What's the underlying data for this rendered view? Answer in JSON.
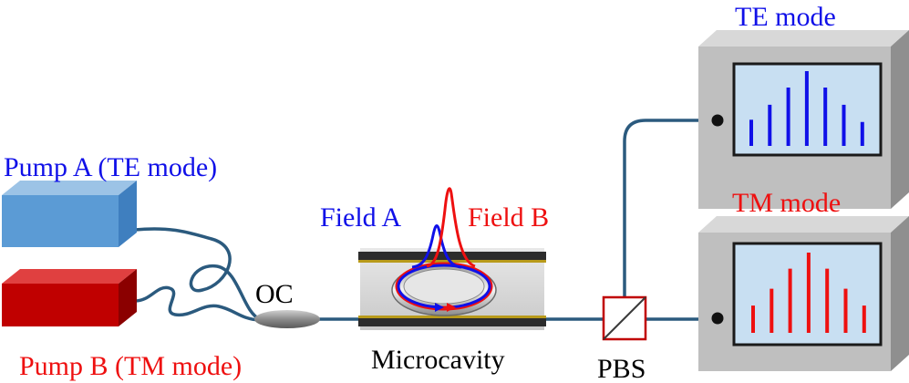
{
  "labels": {
    "pump_a": "Pump A (TE mode)",
    "pump_b": "Pump B (TM mode)",
    "oc": "OC",
    "field_a": "Field A",
    "field_b": "Field B",
    "microcavity": "Microcavity",
    "pbs": "PBS",
    "te_mode": "TE mode",
    "tm_mode": "TM mode"
  },
  "colors": {
    "te": "#1010e8",
    "tm": "#ee1010",
    "fiber": "#2b5a7e",
    "pump_a": "#5b9bd5",
    "pump_b": "#c00000",
    "screen": "#c8dff2",
    "monitor": "#bfbfbf"
  },
  "spectra": {
    "te_mode": [
      0.35,
      0.55,
      0.78,
      1.0,
      0.78,
      0.55,
      0.32
    ],
    "tm_mode": [
      0.34,
      0.55,
      0.8,
      1.0,
      0.8,
      0.55,
      0.34
    ]
  }
}
